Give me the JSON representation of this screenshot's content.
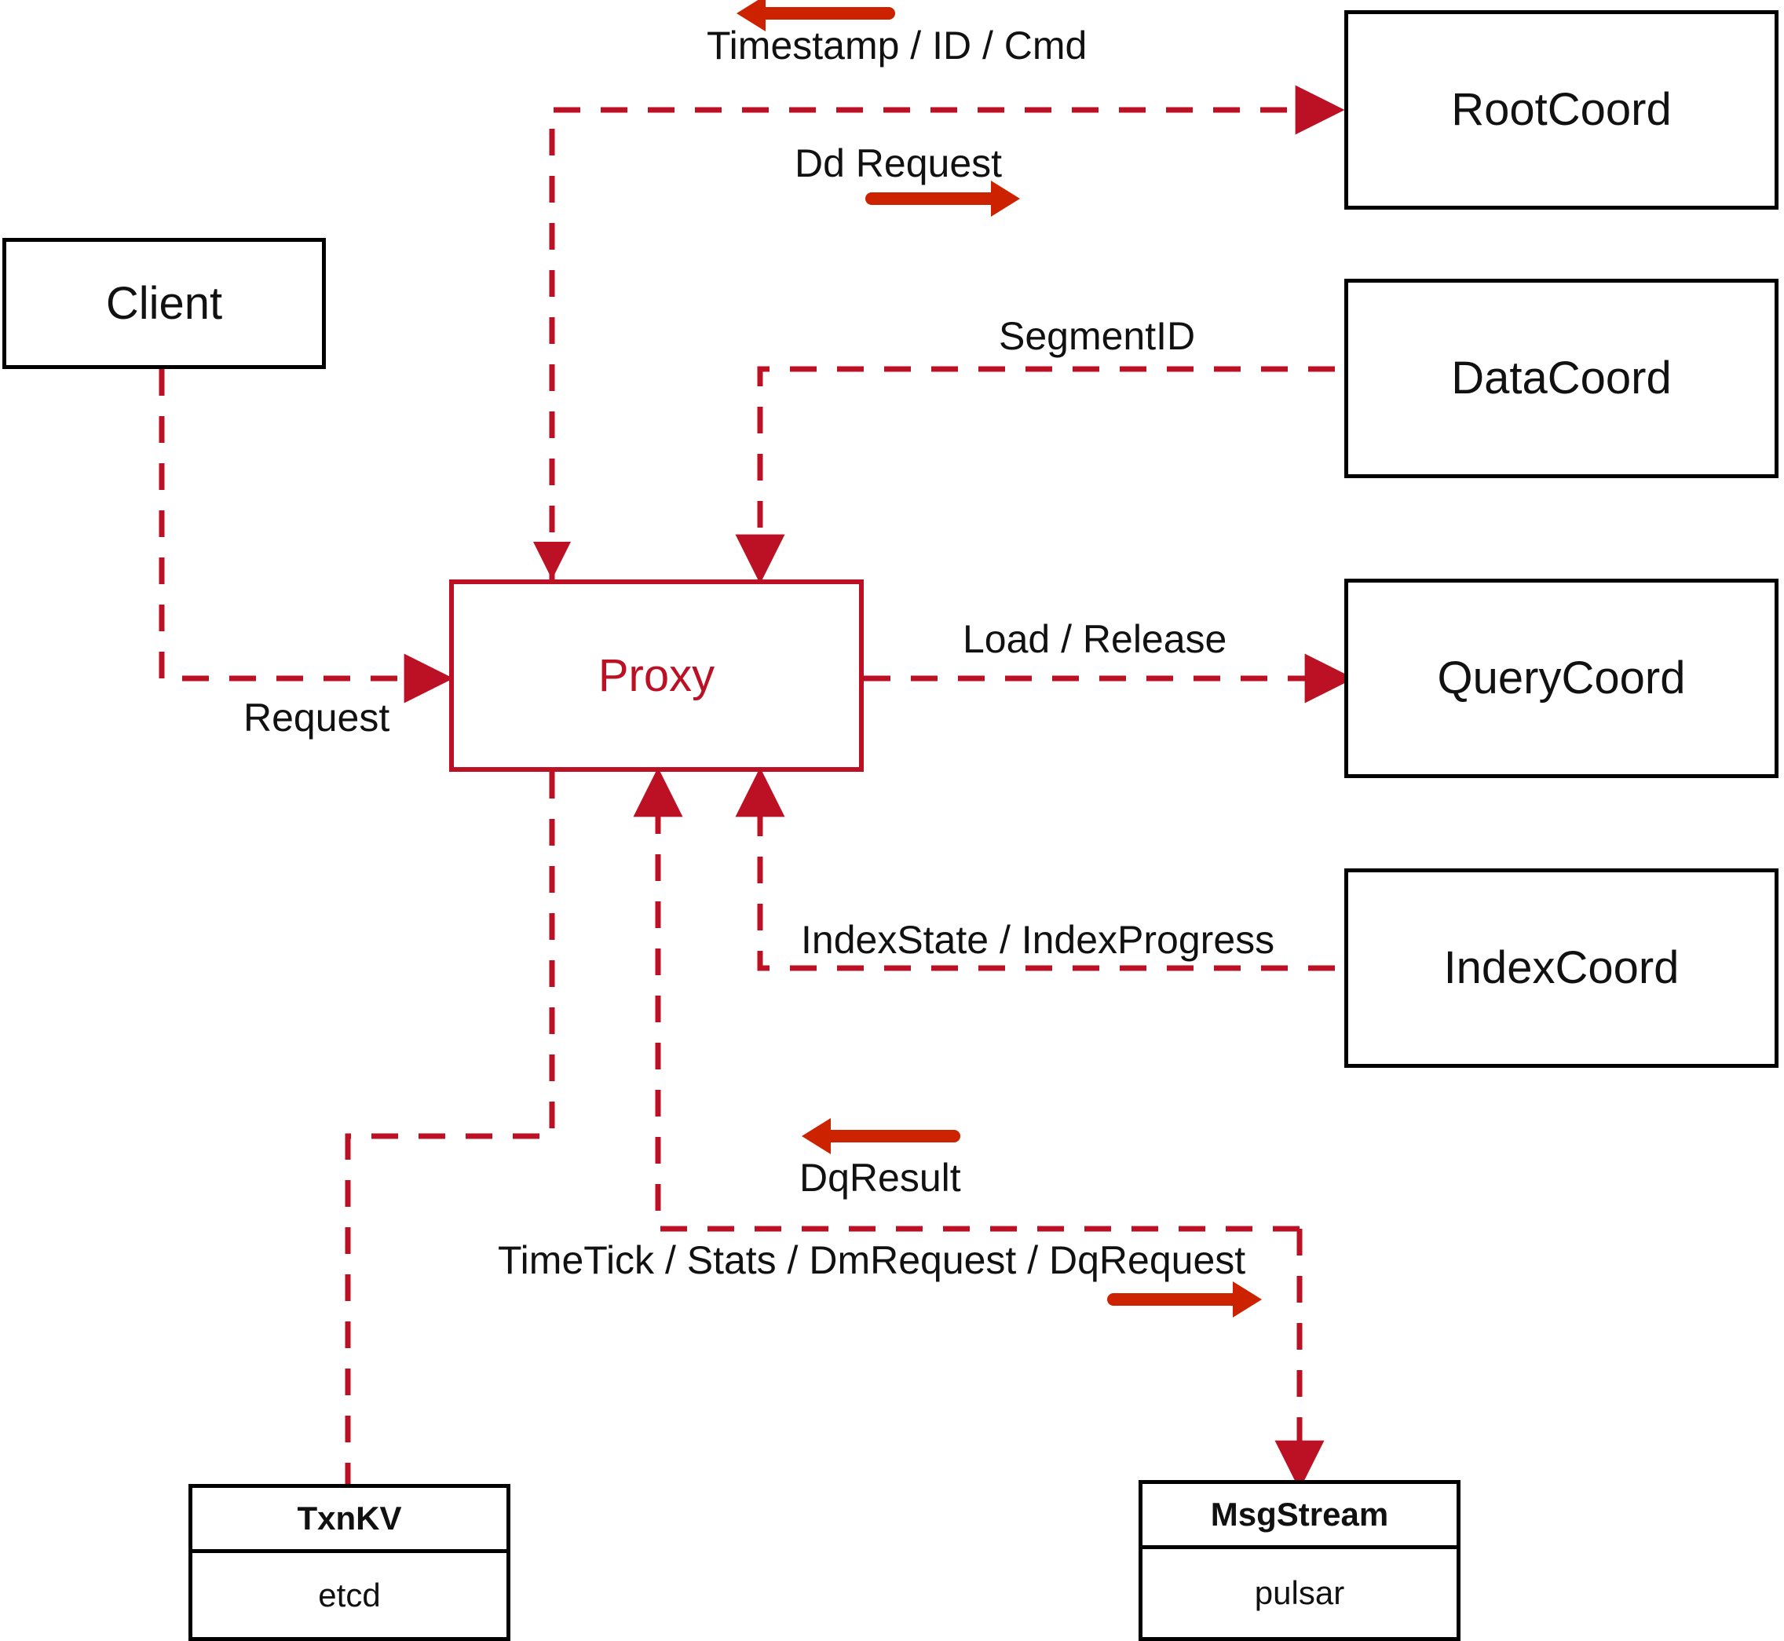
{
  "diagram": {
    "title": "Milvus Proxy interaction diagram",
    "colors": {
      "dashed_edge": "#BC1125",
      "solid_arrow": "#CC2200",
      "node_border": "#000000",
      "proxy_border": "#BC1125",
      "proxy_text": "#BC1125",
      "background": "#FFFFFF"
    }
  },
  "nodes": {
    "client": {
      "label": "Client"
    },
    "proxy": {
      "label": "Proxy"
    },
    "root_coord": {
      "label": "RootCoord"
    },
    "data_coord": {
      "label": "DataCoord"
    },
    "query_coord": {
      "label": "QueryCoord"
    },
    "index_coord": {
      "label": "IndexCoord"
    },
    "txnkv": {
      "title": "TxnKV",
      "impl": "etcd"
    },
    "msgstream": {
      "title": "MsgStream",
      "impl": "pulsar"
    }
  },
  "edge_labels": {
    "timestamp_id_cmd": "Timestamp / ID / Cmd",
    "dd_request": "Dd Request",
    "segment_id": "SegmentID",
    "request": "Request",
    "load_release": "Load / Release",
    "index_state_progress": "IndexState / IndexProgress",
    "dq_result": "DqResult",
    "timetick_stats": "TimeTick / Stats / DmRequest / DqRequest"
  }
}
